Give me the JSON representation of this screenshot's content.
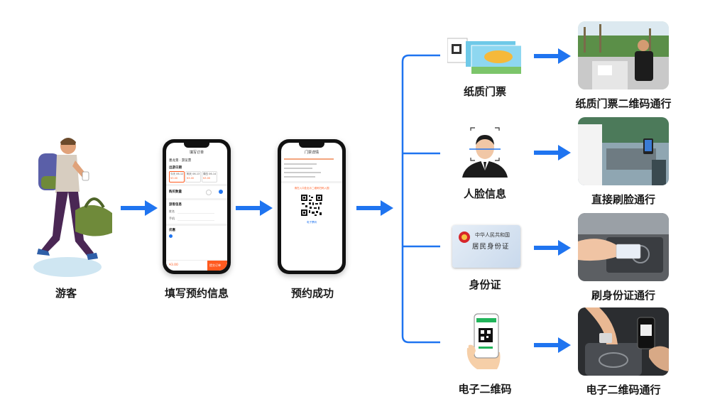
{
  "flow": {
    "tourist": "游客",
    "fill_info": "填写预约信息",
    "booking_success": "预约成功"
  },
  "phone1": {
    "title": "填写订单",
    "subtitle": "墨龙景 · 游览票",
    "section_date": "出游日期",
    "dates": [
      "今天 06-12",
      "明天 06-13",
      "周四 06-14"
    ],
    "price": "¥3.00",
    "section_qty": "购买数量",
    "section_info": "游客信息",
    "name_label": "姓名",
    "phone_label": "手机",
    "section_discount": "优惠",
    "submit": "提交订单"
  },
  "phone2": {
    "title": "门票详情",
    "status": "请在入口处出示二维码扫码入园",
    "code_label": "电子票码"
  },
  "methods": [
    {
      "name": "纸质门票",
      "result": "纸质门票二维码通行"
    },
    {
      "name": "人脸信息",
      "result": "直接刷脸通行"
    },
    {
      "name": "身份证",
      "result": "刷身份证通行"
    },
    {
      "name": "电子二维码",
      "result": "电子二维码通行"
    }
  ],
  "id_card": {
    "line1": "中华人民共和国",
    "line2": "居民身份证"
  },
  "colors": {
    "arrow": "#1f74f0",
    "bracket": "#1f74f0",
    "accent": "#ff5a1f"
  }
}
